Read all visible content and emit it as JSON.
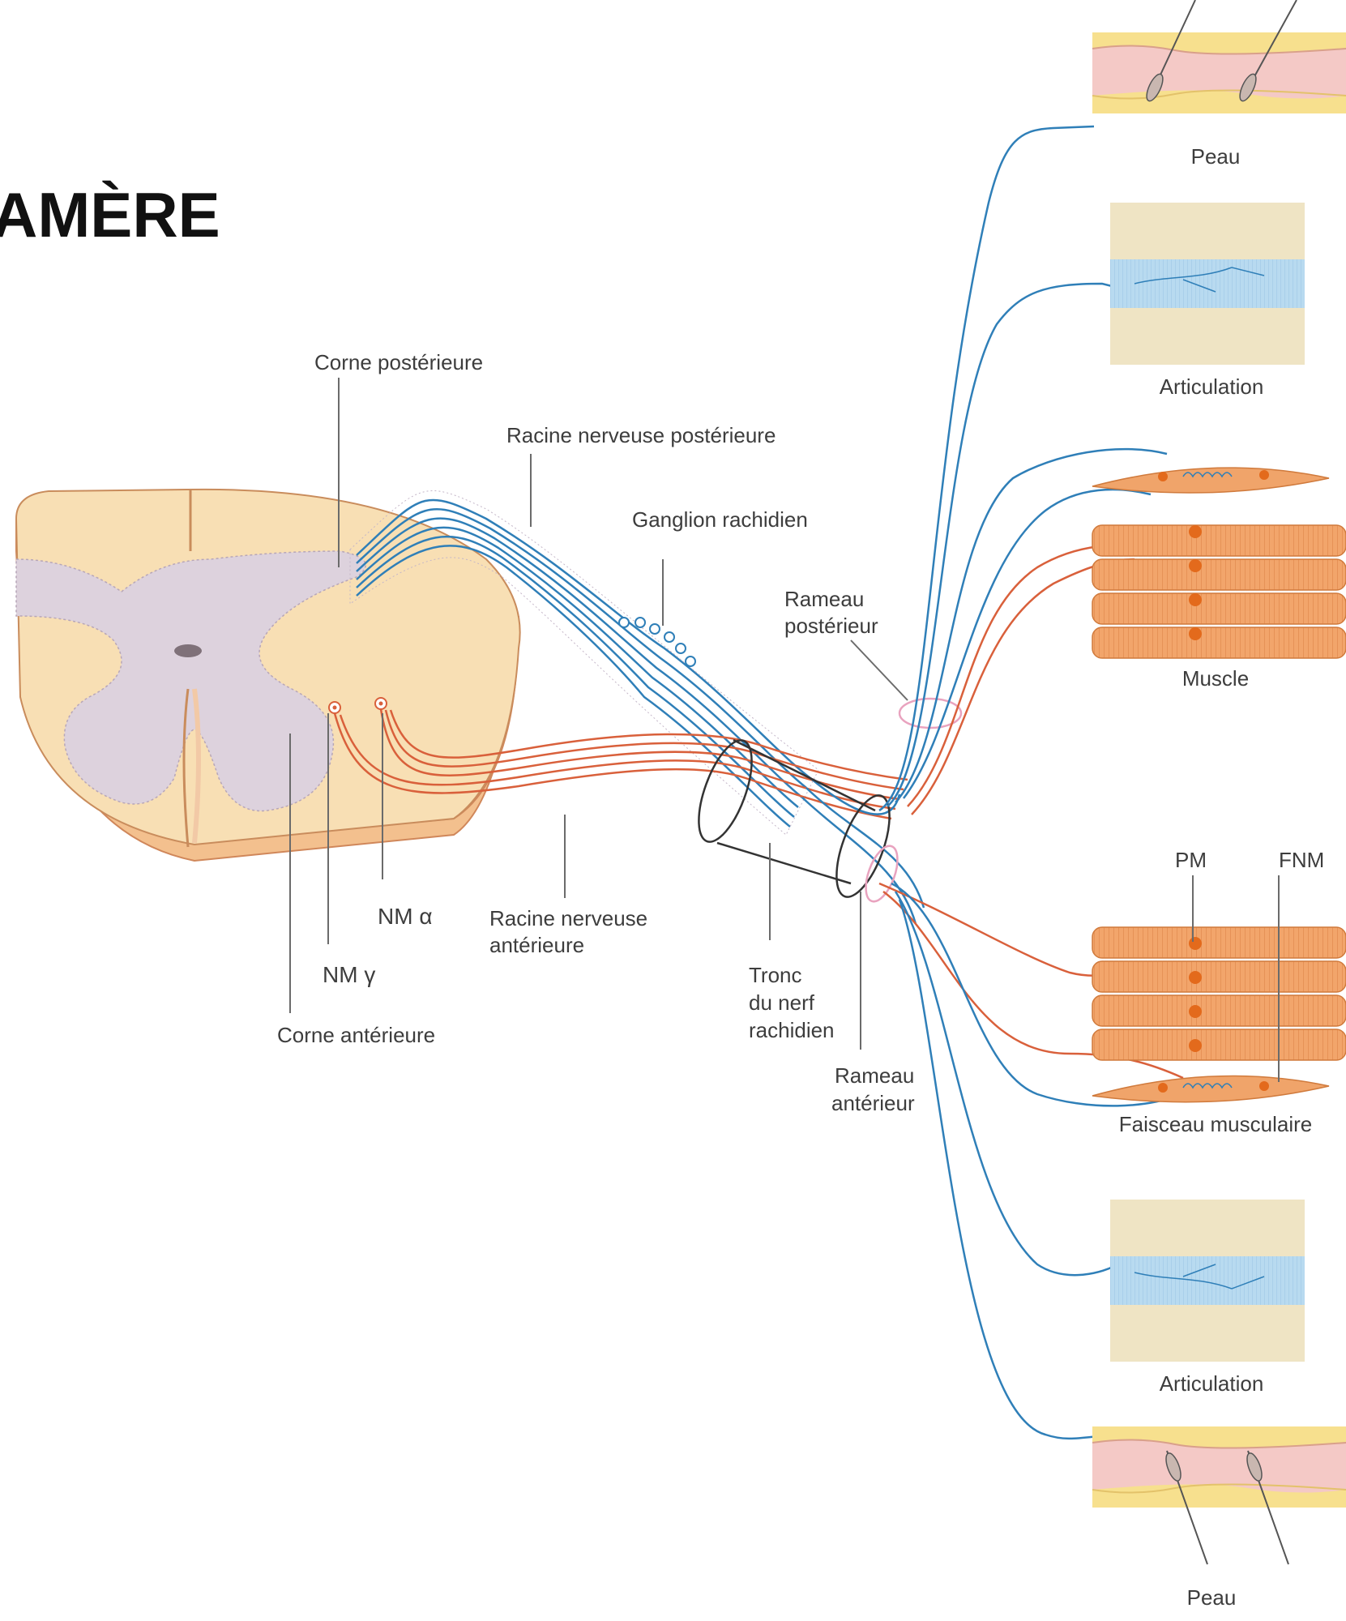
{
  "title": "AMÈRE",
  "labels": {
    "corne_posterieure": "Corne postérieure",
    "racine_posterieure": "Racine nerveuse postérieure",
    "ganglion": "Ganglion rachidien",
    "rameau_posterieur_1": "Rameau",
    "rameau_posterieur_2": "postérieur",
    "racine_anterieure_1": "Racine nerveuse",
    "racine_anterieure_2": "antérieure",
    "nm_alpha": "NM α",
    "nm_gamma": "NM γ",
    "corne_anterieure": "Corne antérieure",
    "tronc_1": "Tronc",
    "tronc_2": "du nerf",
    "tronc_3": "rachidien",
    "rameau_anterieur_1": "Rameau",
    "rameau_anterieur_2": "antérieur",
    "pm": "PM",
    "fnm": "FNM"
  },
  "targets": {
    "peau_top": "Peau",
    "articulation_top": "Articulation",
    "muscle": "Muscle",
    "faisceau": "Faisceau musculaire",
    "articulation_bottom": "Articulation",
    "peau_bottom": "Peau"
  },
  "colors": {
    "sensory": "#2f7fb8",
    "motor": "#d9603b",
    "grey_matter": "#ddd3df",
    "white_matter": "#f6dcb0",
    "muscle": "#f0a46a",
    "joint": "#b6d8ee",
    "skin": "#f4c9c6",
    "fat": "#f7e08e"
  }
}
